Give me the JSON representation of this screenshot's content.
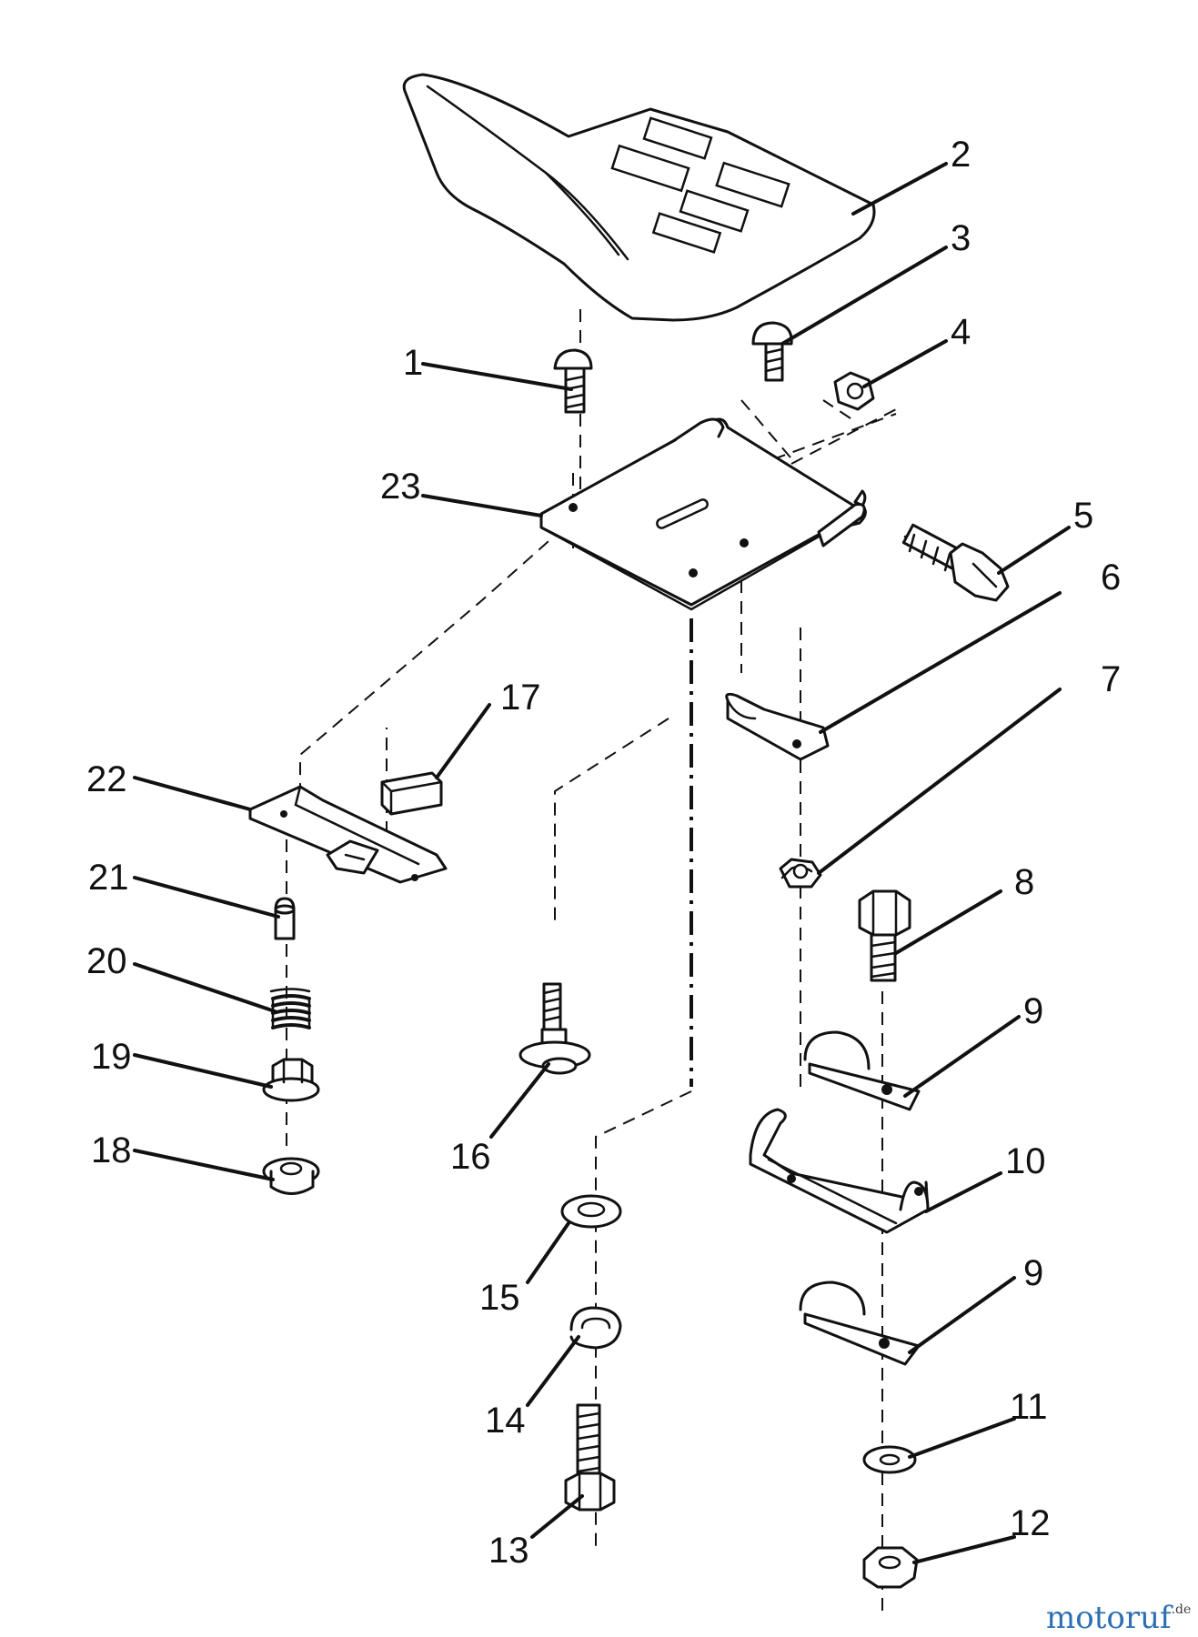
{
  "callouts": {
    "c1": "1",
    "c2": "2",
    "c3": "3",
    "c4": "4",
    "c5": "5",
    "c6": "6",
    "c7": "7",
    "c8": "8",
    "c9a": "9",
    "c9b": "9",
    "c10": "10",
    "c11": "11",
    "c12": "12",
    "c13": "13",
    "c14": "14",
    "c15": "15",
    "c16": "16",
    "c17": "17",
    "c18": "18",
    "c19": "19",
    "c20": "20",
    "c21": "21",
    "c22": "22",
    "c23": "23"
  },
  "watermark": {
    "brand": "motoruf",
    "suffix": ".de"
  },
  "colors": {
    "line": "#111111",
    "background": "#ffffff",
    "watermark_accent": "#2d6fb3"
  }
}
